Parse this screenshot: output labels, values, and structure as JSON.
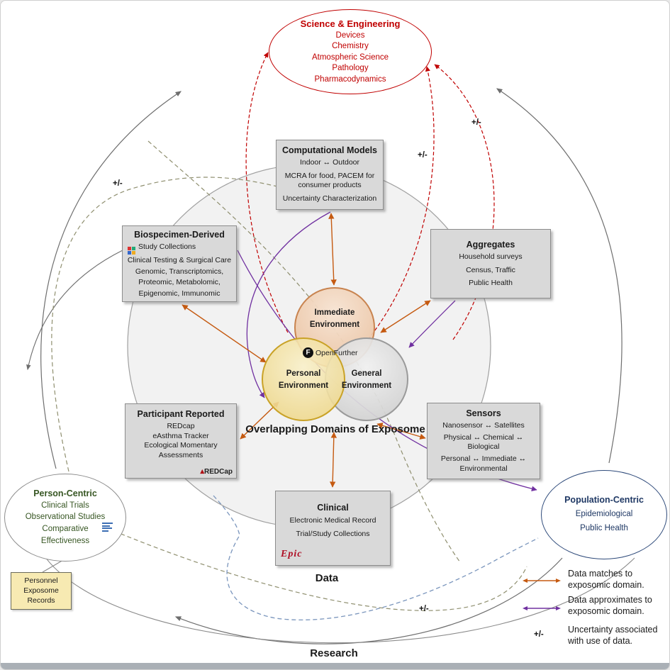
{
  "colors": {
    "match_arrow": "#c55a11",
    "approx_arrow": "#7030a0",
    "science_red": "#c00000",
    "person_green": "#375623",
    "population_navy": "#1f3864",
    "box_fill": "#d9d9d9",
    "personnel_fill": "#f7eab2"
  },
  "nodes": {
    "science_engineering": {
      "title": "Science & Engineering",
      "items": [
        "Devices",
        "Chemistry",
        "Atmospheric Science",
        "Pathology",
        "Pharmacodynamics"
      ]
    },
    "computational_models": {
      "title": "Computational Models",
      "lines": [
        "Indoor ↔ Outdoor",
        "MCRA for food, PACEM for consumer products",
        "Uncertainty Characterization"
      ]
    },
    "biospecimen_derived": {
      "title": "Biospecimen-Derived",
      "study_collections": "Study Collections",
      "lines": [
        "Clinical Testing & Surgical Care",
        "Genomic, Transcriptomics,",
        "Proteomic, Metabolomic,",
        "Epigenomic, Immunomic"
      ]
    },
    "aggregates": {
      "title": "Aggregates",
      "lines": [
        "Household surveys",
        "Census, Traffic",
        "Public Health"
      ]
    },
    "participant_reported": {
      "title": "Participant Reported",
      "lines": [
        "REDcap",
        "eAsthma Tracker",
        "Ecological Momentary Assessments"
      ],
      "logo_text": "REDCap"
    },
    "sensors": {
      "title": "Sensors",
      "lines": [
        "Nanosensor ↔ Satellites",
        "Physical ↔ Chemical ↔ Biological",
        "Personal ↔ Immediate ↔ Environmental"
      ]
    },
    "clinical": {
      "title": "Clinical",
      "lines": [
        "Electronic Medical Record",
        "Trial/Study Collections"
      ],
      "logo_text": "Epic"
    },
    "person_centric": {
      "title": "Person-Centric",
      "lines": [
        "Clinical Trials",
        "Observational Studies",
        "Comparative Effectiveness"
      ]
    },
    "population_centric": {
      "title": "Population-Centric",
      "lines": [
        "Epidemiological",
        "Public Health"
      ]
    },
    "personnel_records": {
      "lines": [
        "Personnel",
        "Exposome",
        "Records"
      ]
    }
  },
  "venn": {
    "immediate": [
      "Immediate",
      "Environment"
    ],
    "personal": [
      "Personal",
      "Environment"
    ],
    "general": [
      "General",
      "Environment"
    ],
    "caption": "Overlapping Domains of Exposome",
    "logo_monogram": "F",
    "logo_text": "OpenFurther"
  },
  "region_labels": {
    "data": "Data",
    "research": "Research"
  },
  "uncertainty_label": "+/-",
  "legend": {
    "items": [
      {
        "label": "Data matches to exposomic domain.",
        "color": "#c55a11"
      },
      {
        "label": "Data approximates to exposomic domain.",
        "color": "#7030a0"
      },
      {
        "symbol": "+/-",
        "label": "Uncertainty associated with use of data."
      }
    ]
  }
}
